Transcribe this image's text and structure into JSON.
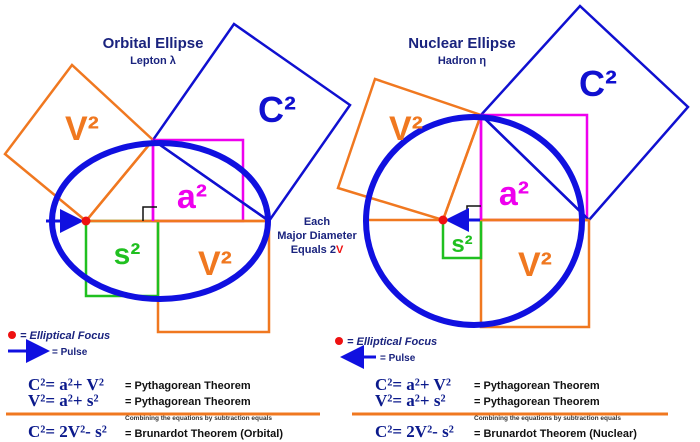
{
  "colors": {
    "c_square": "#1010d0",
    "v_square": "#f07820",
    "a_square": "#ee00ee",
    "s_square": "#20c020",
    "ellipse": "#1010e0",
    "focus": "#ee1111",
    "divider": "#f07820",
    "text": "#1a237e"
  },
  "left": {
    "title": "Orbital Ellipse",
    "subtitle": "Lepton λ",
    "labels": {
      "c": "C²",
      "v_top": "V²",
      "a": "a²",
      "s": "s²",
      "v_bottom": "V²"
    }
  },
  "right": {
    "title": "Nuclear Ellipse",
    "subtitle": "Hadron η",
    "labels": {
      "c": "C²",
      "v_top": "V²",
      "a": "a²",
      "s": "s²",
      "v_bottom": "V²"
    }
  },
  "center_note": {
    "line1": "Each",
    "line2": "Major Diameter",
    "line3_prefix": "Equals 2",
    "line3_v": "V"
  },
  "legend_left": {
    "focus": "= Elliptical Focus",
    "pulse": "= Pulse"
  },
  "legend_right": {
    "focus": "= Elliptical Focus",
    "pulse": "= Pulse"
  },
  "equations_left": {
    "eq1": "C²= a²+ V²",
    "eq1_name": "= Pythagorean Theorem",
    "eq2": "V²= a²+ s²",
    "eq2_name": "= Pythagorean Theorem",
    "combine": "Combining the equations by subtraction equals",
    "eq3": "C²= 2V²- s²",
    "eq3_name": "= Brunardot Theorem (Orbital)"
  },
  "equations_right": {
    "eq1": "C²= a²+ V²",
    "eq1_name": "= Pythagorean Theorem",
    "eq2": "V²= a²+ s²",
    "eq2_name": "= Pythagorean Theorem",
    "combine": "Combining the equations by subtraction equals",
    "eq3": "C²= 2V²- s²",
    "eq3_name": "= Brunardot Theorem (Nuclear)"
  }
}
